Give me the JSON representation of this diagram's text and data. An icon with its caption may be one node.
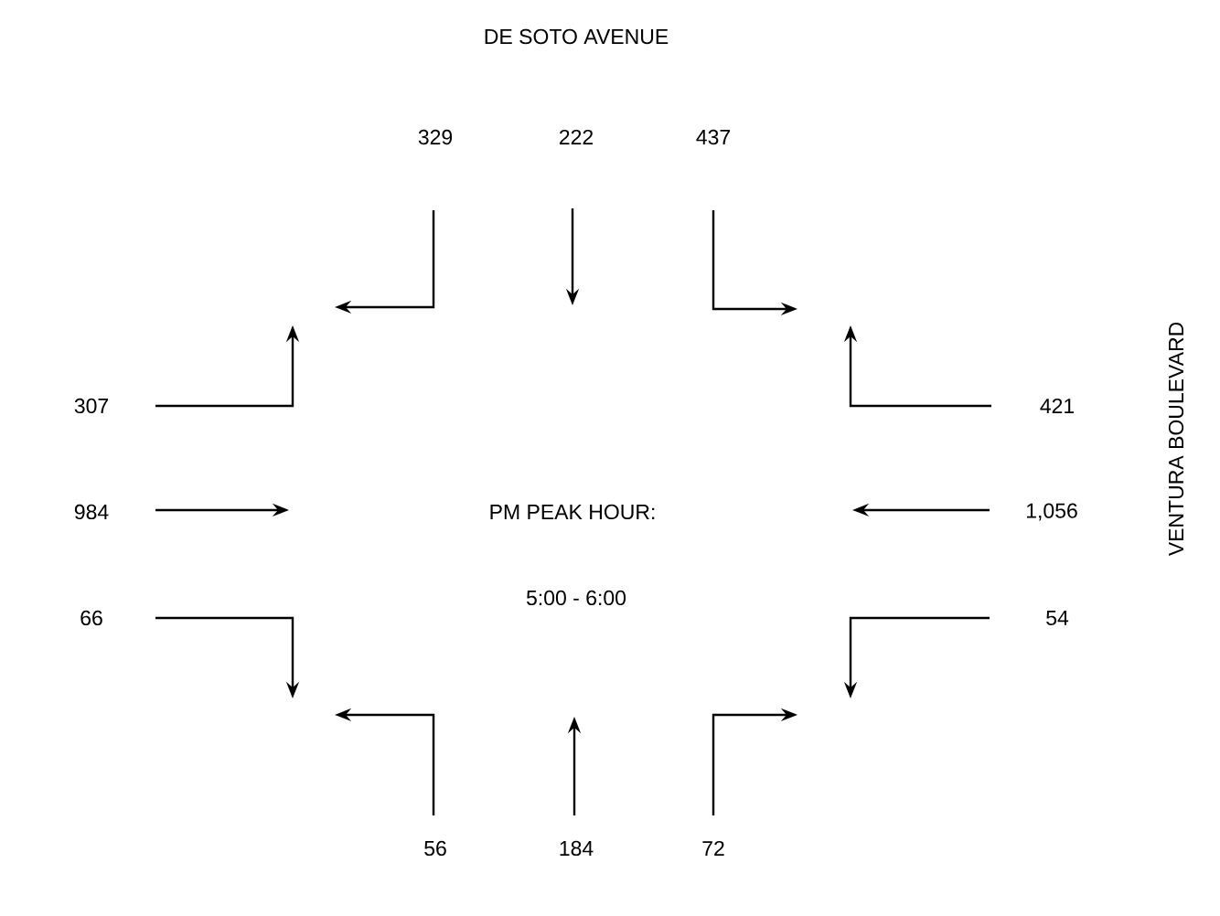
{
  "diagram": {
    "labels": [
      "DE SOTO AVENUE",
      "329",
      "222",
      "437",
      "VENTURA BOULEVARD",
      "307",
      "421",
      "984",
      "PM PEAK HOUR:",
      "1,056",
      "5:00 - 6:00",
      "66",
      "54",
      "56",
      "184",
      "72"
    ]
  }
}
